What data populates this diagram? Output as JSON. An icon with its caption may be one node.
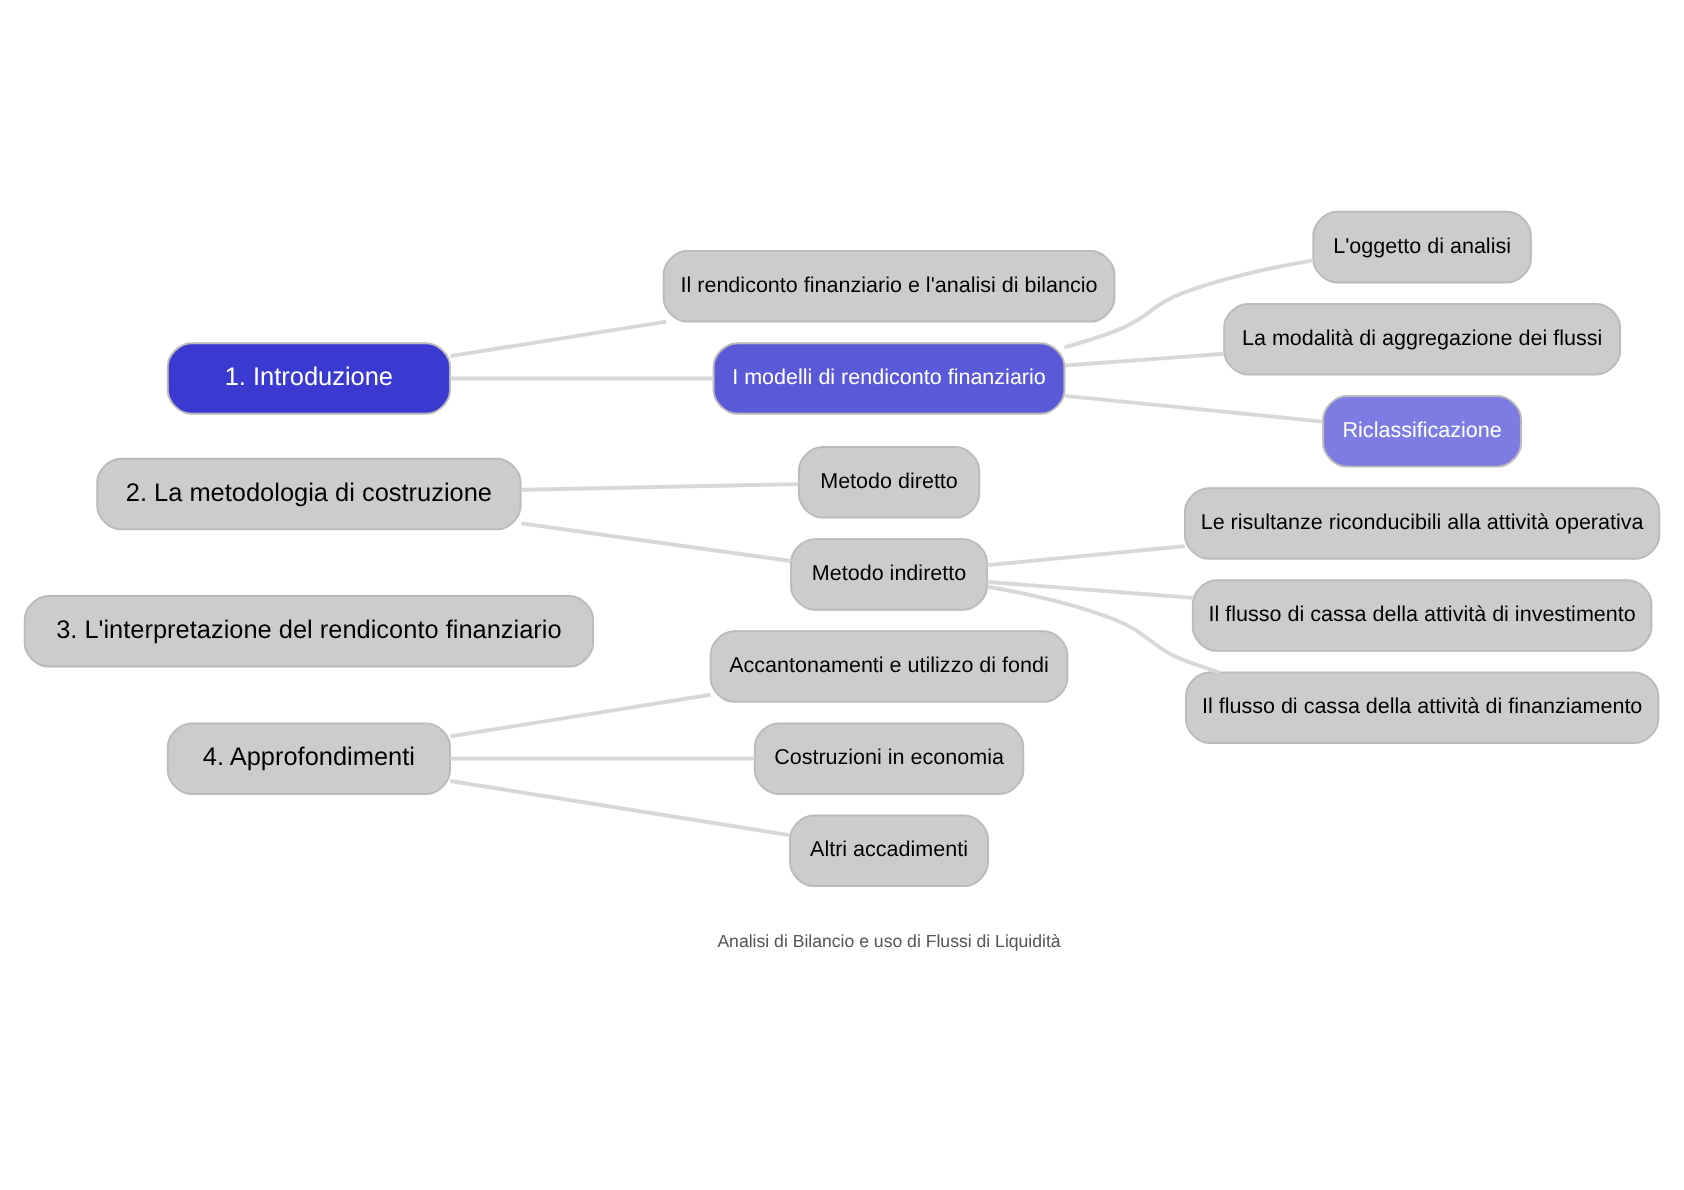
{
  "diagram": {
    "nodes": [
      {
        "text": [
          "1. Introduzione"
        ]
      },
      {
        "text": [
          "Il rendiconto finanziario e l'analisi di bilancio"
        ]
      },
      {
        "text": [
          "I modelli di rendiconto finanziario"
        ]
      },
      {
        "text": [
          "L'oggetto di analisi"
        ]
      },
      {
        "text": [
          "La modalità di aggregazione dei flussi"
        ]
      },
      {
        "text": [
          "Riclassificazione"
        ]
      },
      {
        "text": [
          "2. La metodologia di costruzione"
        ]
      },
      {
        "text": [
          "Metodo diretto"
        ]
      },
      {
        "text": [
          "Metodo indiretto"
        ]
      },
      {
        "text": [
          "Le risultanze riconducibili alla attività operativa"
        ]
      },
      {
        "text": [
          "Il flusso di cassa della attività di investimento"
        ]
      },
      {
        "text": [
          "Il flusso di cassa della attività di finanziamento"
        ]
      },
      {
        "text": [
          "3. L'interpretazione del rendiconto finanziario"
        ]
      },
      {
        "text": [
          "4. Approfondimenti"
        ]
      },
      {
        "text": [
          "Accantonamenti e utilizzo di fondi"
        ]
      },
      {
        "text": [
          "Costruzioni in economia"
        ]
      },
      {
        "text": [
          "Altri accadimenti"
        ]
      }
    ],
    "edges": [
      {
        "from": 0,
        "to": 1,
        "arrow": "none"
      },
      {
        "from": 0,
        "to": 2,
        "arrow": "none"
      },
      {
        "from": 2,
        "to": 3,
        "arrow": "none"
      },
      {
        "from": 2,
        "to": 4,
        "arrow": "none"
      },
      {
        "from": 2,
        "to": 5,
        "arrow": "none"
      },
      {
        "from": 6,
        "to": 7,
        "arrow": "none"
      },
      {
        "from": 6,
        "to": 8,
        "arrow": "none"
      },
      {
        "from": 8,
        "to": 9,
        "arrow": "none"
      },
      {
        "from": 8,
        "to": 10,
        "arrow": "none"
      },
      {
        "from": 8,
        "to": 11,
        "arrow": "none"
      },
      {
        "from": 13,
        "to": 14,
        "arrow": "none"
      },
      {
        "from": 13,
        "to": 15,
        "arrow": "none"
      },
      {
        "from": 13,
        "to": 16,
        "arrow": "none"
      }
    ],
    "labels": [
      "Analisi di Bilancio e uso di Flussi di Liquidità"
    ]
  }
}
